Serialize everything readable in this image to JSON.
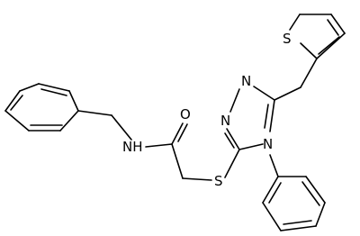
{
  "molecule": {
    "atoms": {
      "nh": "NH",
      "o": "O",
      "s_thioether": "S",
      "n_triazole_top_left": "N",
      "n_triazole_top_right": "N",
      "n_triazole_bottom": "N",
      "s_thiophene": "S"
    }
  },
  "colors": {
    "bond": "#000000",
    "label": "#000000",
    "background": "#ffffff"
  }
}
